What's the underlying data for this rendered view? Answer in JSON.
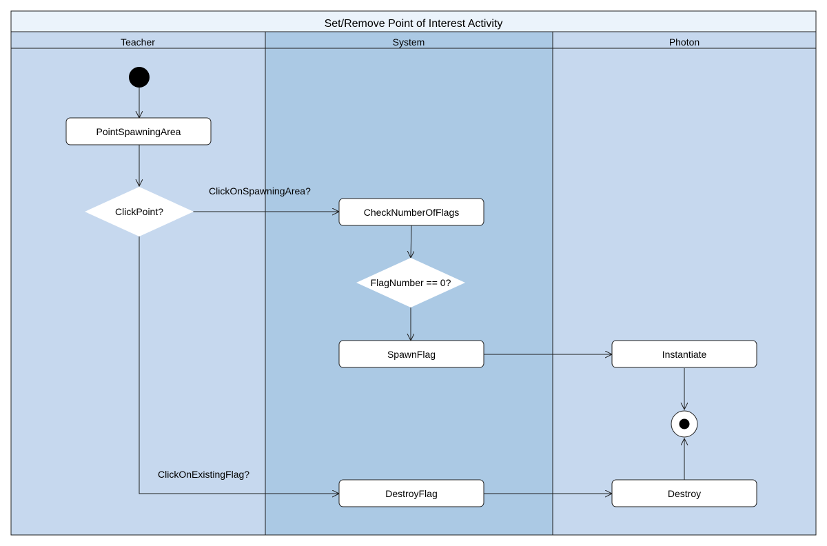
{
  "diagram": {
    "title": "Set/Remove Point of Interest Activity",
    "lanes": [
      {
        "name": "Teacher"
      },
      {
        "name": "System"
      },
      {
        "name": "Photon"
      }
    ],
    "nodes": {
      "point_spawning_area": "PointSpawningArea",
      "click_point": "ClickPoint?",
      "check_number_of_flags": "CheckNumberOfFlags",
      "flag_number_zero": "FlagNumber == 0?",
      "spawn_flag": "SpawnFlag",
      "destroy_flag": "DestroyFlag",
      "instantiate": "Instantiate",
      "destroy": "Destroy"
    },
    "edge_labels": {
      "click_on_spawning_area": "ClickOnSpawningArea?",
      "click_on_existing_flag": "ClickOnExistingFlag?"
    }
  },
  "colors": {
    "lane_light": "#c6d8ee",
    "lane_system": "#abc9e4",
    "title_bar": "#ebf3fb",
    "border": "#1f1f1f",
    "node_fill": "#ffffff"
  }
}
